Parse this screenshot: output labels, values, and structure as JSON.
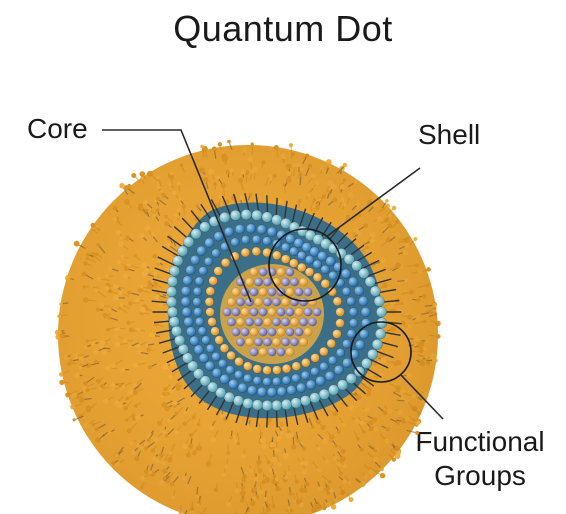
{
  "title": "Quantum Dot",
  "labels": {
    "core": "Core",
    "shell": "Shell",
    "functional_line1": "Functional",
    "functional_line2": "Groups"
  },
  "colors": {
    "ligand": "#e09a2a",
    "ligand_tail": "#4a4a4a",
    "outer_bead": "#6fb9c8",
    "shell_bead": "#2f86c9",
    "shell_inner_bead": "#f2a93b",
    "core_bead": "#8a86b8",
    "core_bg": "#c9a24a",
    "leader": "#2a2a2a"
  }
}
